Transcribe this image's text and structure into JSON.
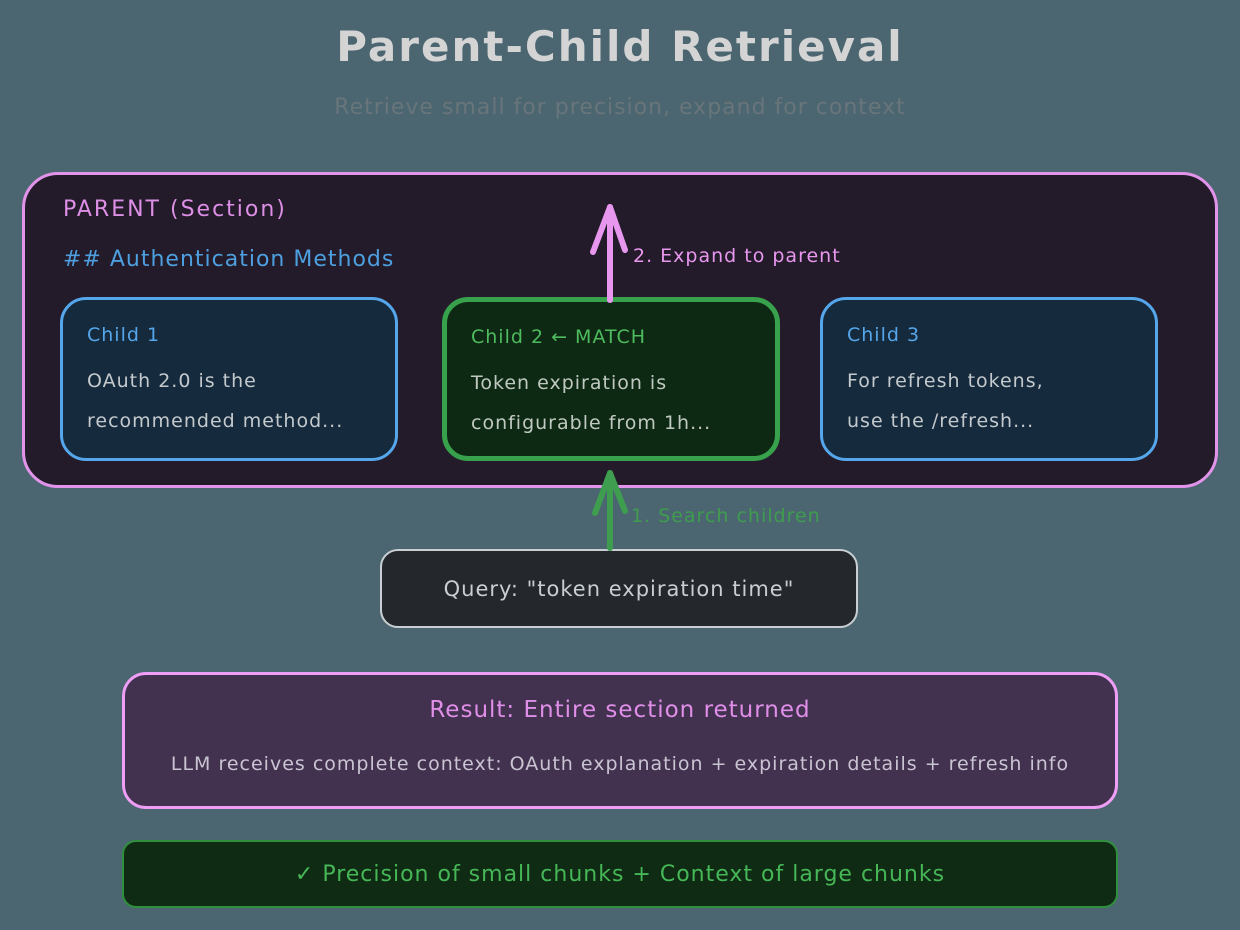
{
  "page": {
    "title": "Parent-Child Retrieval",
    "subtitle": "Retrieve small for precision, expand for context"
  },
  "parent_section": {
    "label": "PARENT (Section)",
    "heading": "## Authentication Methods",
    "children": [
      {
        "label": "Child 1",
        "line1": "OAuth 2.0 is the",
        "line2": "recommended method...",
        "state": "normal"
      },
      {
        "label": "Child 2 ← MATCH",
        "line1": "Token expiration is",
        "line2": "configurable from 1h...",
        "state": "match"
      },
      {
        "label": "Child 3",
        "line1": "For refresh tokens,",
        "line2": "use the /refresh...",
        "state": "normal"
      }
    ]
  },
  "arrows": {
    "expand": {
      "label": "2. Expand to parent",
      "color": "#e897ee",
      "direction": "up"
    },
    "search": {
      "label": "1. Search children",
      "color": "#3f9d4f",
      "direction": "up"
    }
  },
  "query": {
    "text": "Query: \"token expiration time\""
  },
  "result": {
    "title": "Result: Entire section returned",
    "body": "LLM receives complete context: OAuth explanation + expiration details + refresh info"
  },
  "summary": {
    "text": "✓ Precision of small chunks + Context of large chunks"
  },
  "colors": {
    "background": "#4b6670",
    "parent_border": "#e293ea",
    "child_border_blue": "#55a6eb",
    "child_border_match": "#37a24b",
    "query_border": "#c9ced3",
    "result_border": "#ee9ef5",
    "summary_border": "#2f8f3c",
    "accent_pink": "#e897ee",
    "accent_green": "#3f9d4f",
    "accent_blue": "#4d9fe0"
  }
}
